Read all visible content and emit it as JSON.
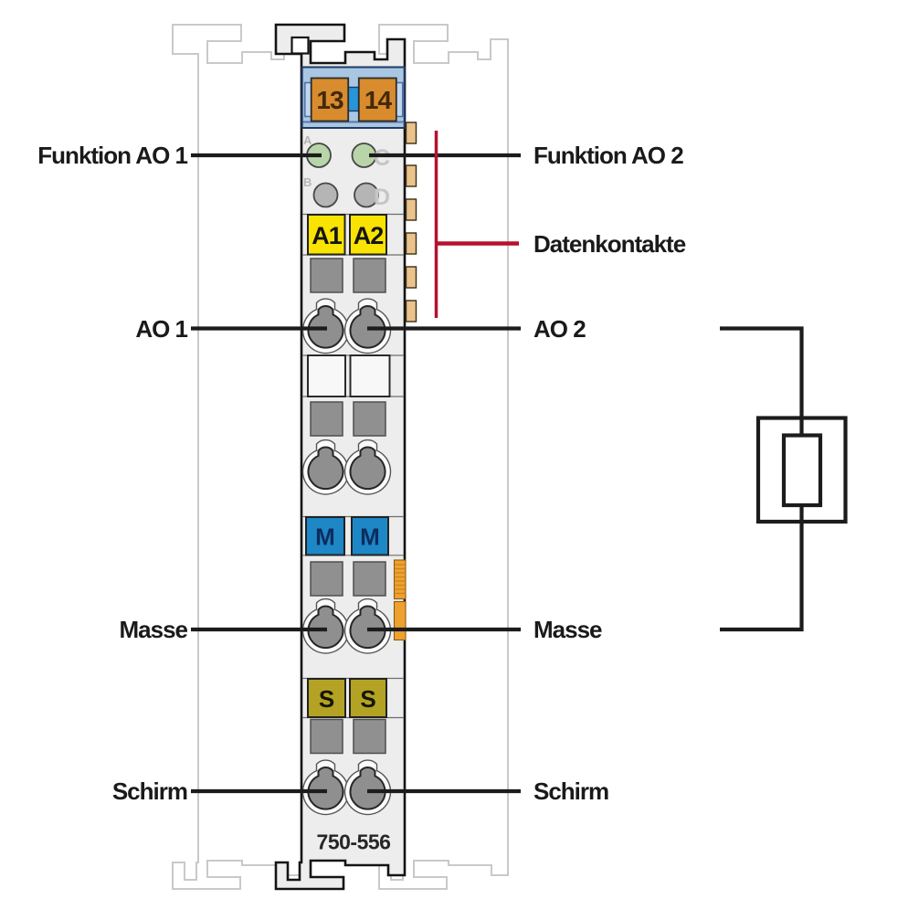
{
  "diagram_title": "WAGO 750-556 analog output module wiring diagram",
  "left_labels": [
    {
      "text": "Funktion AO 1"
    },
    {
      "text": "AO 1"
    },
    {
      "text": "Masse"
    },
    {
      "text": "Schirm"
    }
  ],
  "right_labels": [
    {
      "text": "Funktion AO 2"
    },
    {
      "text": "Datenkontakte"
    },
    {
      "text": "AO 2"
    },
    {
      "text": "Masse"
    },
    {
      "text": "Schirm"
    }
  ],
  "module": {
    "part_number": "750-556",
    "power_jumper_contacts": [
      "13",
      "14"
    ],
    "output_labels": [
      "A1",
      "A2"
    ],
    "ground_labels": [
      "M",
      "M"
    ],
    "shield_labels": [
      "S",
      "S"
    ],
    "led_letters": [
      "A",
      "B",
      "C",
      "D"
    ]
  },
  "colors": {
    "datenkontakte_red": "#b5122d",
    "connector_orange": "#d88c2e",
    "contact_tan": "#e9c28c",
    "led_green": "#b8d5aa",
    "channel_yellow": "#f9e300",
    "ground_blue": "#1e87c6",
    "shield_olive": "#b3a224",
    "latch_orange": "#efa12f",
    "module_gray": "#ededed",
    "neighbor_gray": "#c9c9c9",
    "wire_black": "#1c1c1c"
  }
}
